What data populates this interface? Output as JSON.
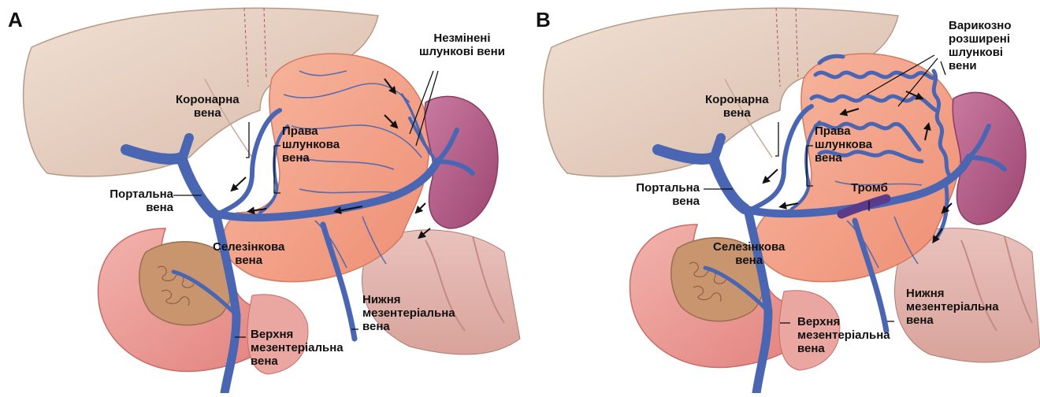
{
  "panel_a": {
    "letter": "A",
    "labels": {
      "unchanged_gastric_veins": [
        "Незмінені",
        "шлункові вени"
      ],
      "coronary_vein": [
        "Коронарна",
        "вена"
      ],
      "right_gastric_vein": [
        "Права",
        "шлункова",
        "вена"
      ],
      "portal_vein": [
        "Портальна",
        "вена"
      ],
      "splenic_vein": [
        "Селезінкова",
        "вена"
      ],
      "inferior_mesenteric_vein": [
        "Нижня",
        "мезентеріальна",
        "вена"
      ],
      "superior_mesenteric_vein": [
        "Верхня",
        "мезентеріальна",
        "вена"
      ]
    }
  },
  "panel_b": {
    "letter": "B",
    "labels": {
      "varicose_gastric_veins": [
        "Варикозно",
        "розширені",
        "шлункові",
        "вени"
      ],
      "coronary_vein": [
        "Коронарна",
        "вена"
      ],
      "right_gastric_vein": [
        "Права",
        "шлункова",
        "вена"
      ],
      "thrombus": [
        "Тромб"
      ],
      "portal_vein": [
        "Портальна",
        "вена"
      ],
      "splenic_vein": [
        "Селезінкова",
        "вена"
      ],
      "inferior_mesenteric_vein": [
        "Нижня",
        "мезентеріальна",
        "вена"
      ],
      "superior_mesenteric_vein": [
        "Верхня",
        "мезентеріальна",
        "вена"
      ]
    }
  },
  "colors": {
    "liver": "#e6cfc0",
    "stomach": "#f3a48a",
    "spleen": "#b45a86",
    "vein": "#4a66b3",
    "pancreas": "#c89478",
    "intestine": "#e8b3b0",
    "thrombus": "#5a3a8a"
  }
}
